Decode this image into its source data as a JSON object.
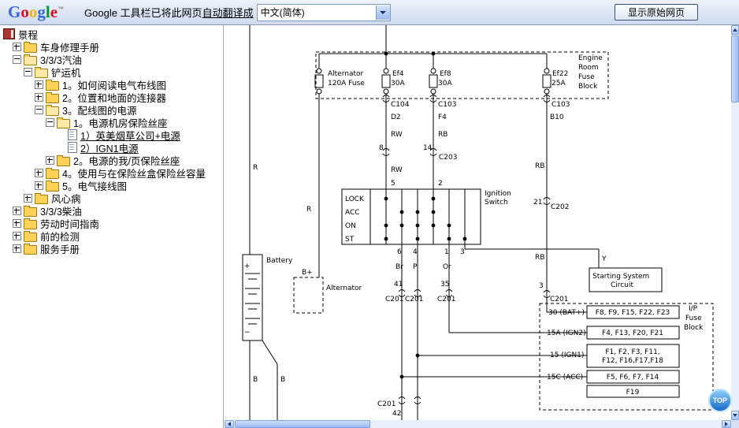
{
  "toolbar": {
    "logo": {
      "g1": "G",
      "o1": "o",
      "o2": "o",
      "g2": "g",
      "l1": "l",
      "e1": "e",
      "tm": "™"
    },
    "message_prefix": "Google 工具栏已将此网页",
    "message_link": "自动翻译成",
    "language_value": "中文(简体)",
    "show_original": "显示原始网页"
  },
  "sidebar": {
    "items": [
      {
        "label": "景程"
      },
      {
        "label": "车身修理手册"
      },
      {
        "label": "3/3/3汽油"
      },
      {
        "label": "铲运机"
      },
      {
        "label": "1。如何阅读电气布线图"
      },
      {
        "label": "2。位置和地面的连接器"
      },
      {
        "label": "3。配线图的电源"
      },
      {
        "label": "1。电源机房保险丝座"
      },
      {
        "label": "1）英美烟草公司+电源"
      },
      {
        "label": "2）IGN1电源"
      },
      {
        "label": "2。电源的我/页保险丝座"
      },
      {
        "label": "4。使用与在保险丝盒保险丝容量"
      },
      {
        "label": "5。电气接线图"
      },
      {
        "label": "风心病"
      },
      {
        "label": "3/3/3柴油"
      },
      {
        "label": "劳动时间指南"
      },
      {
        "label": "前的检测"
      },
      {
        "label": "服务手册"
      }
    ]
  },
  "diagram": {
    "engine_block": {
      "l1": "Engine",
      "l2": "Room",
      "l3": "Fuse",
      "l4": "Block"
    },
    "fuse_alt": {
      "l1": "Alternator",
      "l2": "120A Fuse"
    },
    "fuse_ef4": {
      "l1": "Ef4",
      "l2": "30A"
    },
    "fuse_ef8": {
      "l1": "Ef8",
      "l2": "30A"
    },
    "fuse_ef22": {
      "l1": "Ef22",
      "l2": "25A"
    },
    "conn_c104": "C104",
    "conn_c103a": "C103",
    "conn_c103b": "C103",
    "pin_d2": "D2",
    "pin_f4": "F4",
    "pin_b10": "B10",
    "wire_rw_a": "RW",
    "wire_rb_a": "RB",
    "wire_rb_b": "RB",
    "conn8": "8",
    "conn14": "14",
    "conn_c203": "C203",
    "wire_rw_b": "RW",
    "pin_5": "5",
    "pin_2": "2",
    "sw_lock": "LOCK",
    "sw_acc": "ACC",
    "sw_on": "ON",
    "sw_st": "ST",
    "ignition": {
      "l1": "Ignition",
      "l2": "Switch"
    },
    "pin_6": "6",
    "pin_4": "4",
    "pin_1": "1",
    "pin_3": "3",
    "wire_br": "Br",
    "wire_p": "P",
    "wire_or": "Or",
    "pin_41": "41",
    "pin_35": "35",
    "conn_c201a": "C201",
    "conn_c201b": "C201",
    "conn_c201c": "C201",
    "conn_c201d": "C201",
    "conn21": "21",
    "conn_c202": "C202",
    "wire_rb_c": "RB",
    "pin_3b": "3",
    "wire_y": "Y",
    "battery": "Battery",
    "batt_plus": "+",
    "batt_minus": "−",
    "b_plus": "B+",
    "alternator": "Alternator",
    "wire_r_a": "R",
    "wire_r_b": "R",
    "wire_b_a": "B",
    "wire_b_b": "B",
    "starting": {
      "l1": "Starting System",
      "l2": "Circuit"
    },
    "ip_block": {
      "l1": "I/P",
      "l2": "Fuse",
      "l3": "Block"
    },
    "bus_30": "30  (BAT+)",
    "bus_15a": "15A (IGN2)",
    "bus_15": "15 (IGN1)",
    "bus_15c": "15C (ACC)",
    "fuses_row1": "F8, F9, F15, F22, F23",
    "fuses_row2": "F4, F13, F20, F21",
    "fuses_row3a": "F1, F2, F3, F11,",
    "fuses_row3b": "F12, F16,F17,F18",
    "fuses_row4": "F5, F6, F7, F14",
    "fuses_row5": "F19",
    "conn_c201_bottom": "C201",
    "pin_42": "42"
  },
  "top_button": "TOP"
}
